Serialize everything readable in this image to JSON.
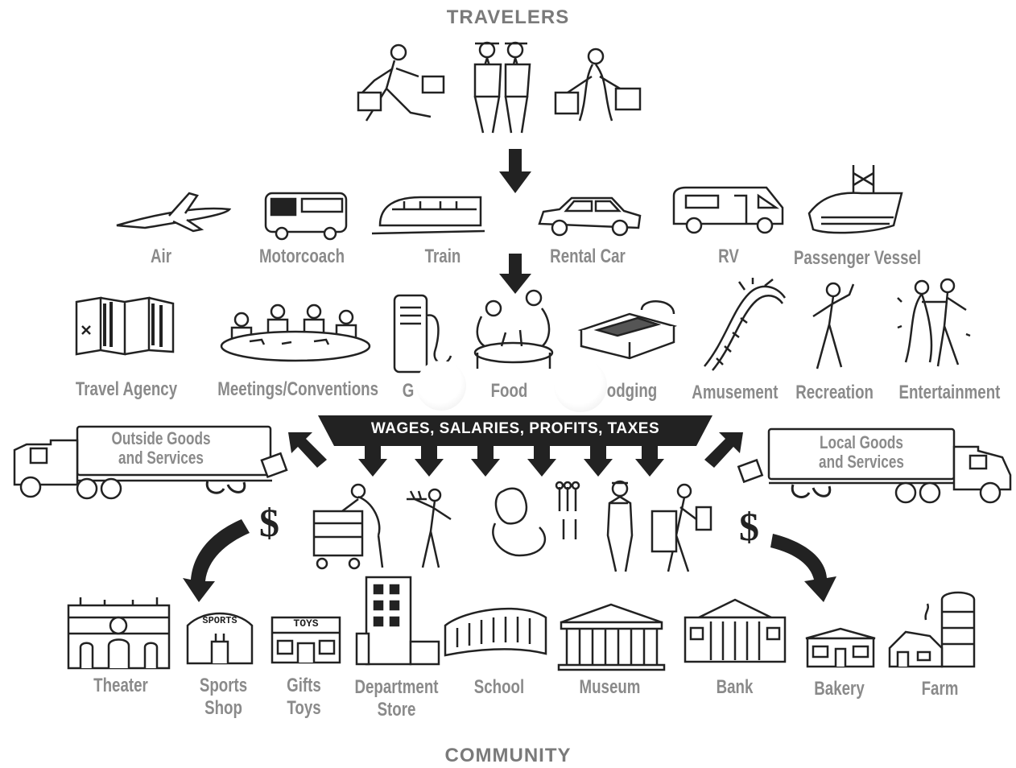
{
  "header": {
    "title": "TRAVELERS"
  },
  "footer": {
    "title": "COMMUNITY"
  },
  "transport": [
    {
      "label": "Air",
      "icon": "airplane-icon"
    },
    {
      "label": "Motorcoach",
      "icon": "bus-icon"
    },
    {
      "label": "Train",
      "icon": "train-icon"
    },
    {
      "label": "Rental Car",
      "icon": "car-icon"
    },
    {
      "label": "RV",
      "icon": "rv-icon"
    },
    {
      "label": "Passenger Vessel",
      "icon": "ship-icon"
    }
  ],
  "services": [
    {
      "label": "Travel Agency",
      "icon": "flags-icon"
    },
    {
      "label": "Meetings/Conventions",
      "icon": "meeting-table-icon"
    },
    {
      "label": "G",
      "icon": "gas-pump-icon"
    },
    {
      "label": "Food",
      "icon": "dining-icon"
    },
    {
      "label": "odging",
      "icon": "bed-icon"
    },
    {
      "label": "Amusement",
      "icon": "roller-coaster-icon"
    },
    {
      "label": "Recreation",
      "icon": "golfer-icon"
    },
    {
      "label": "Entertainment",
      "icon": "dancers-icon"
    }
  ],
  "banner": {
    "text": "WAGES, SALARIES, PROFITS, TAXES"
  },
  "trucks": {
    "left": "Outside Goods\nand Services",
    "right": "Local Goods\nand Services"
  },
  "currency_symbol": "$",
  "community": [
    {
      "label": "Theater",
      "icon": "theater-icon"
    },
    {
      "label": "Sports\nShop",
      "icon": "sports-shop-icon"
    },
    {
      "label": "Gifts\nToys",
      "icon": "toy-store-icon"
    },
    {
      "label": "Department\nStore",
      "icon": "department-store-icon"
    },
    {
      "label": "School",
      "icon": "school-icon"
    },
    {
      "label": "Museum",
      "icon": "museum-icon"
    },
    {
      "label": "Bank",
      "icon": "bank-icon"
    },
    {
      "label": "Bakery",
      "icon": "bakery-icon"
    },
    {
      "label": "Farm",
      "icon": "farm-icon"
    }
  ],
  "store_signs": {
    "sports": "SPORTS",
    "toys": "TOYS"
  }
}
